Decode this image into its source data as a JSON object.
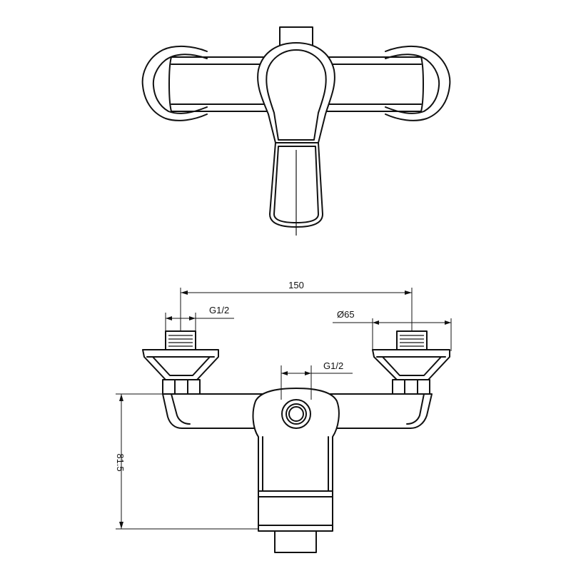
{
  "dimensions": {
    "width_label": "150",
    "inlet_thread_label": "G1/2",
    "flange_diameter_label": "Ø65",
    "outlet_thread_label": "G1/2",
    "height_label": "81.5"
  }
}
